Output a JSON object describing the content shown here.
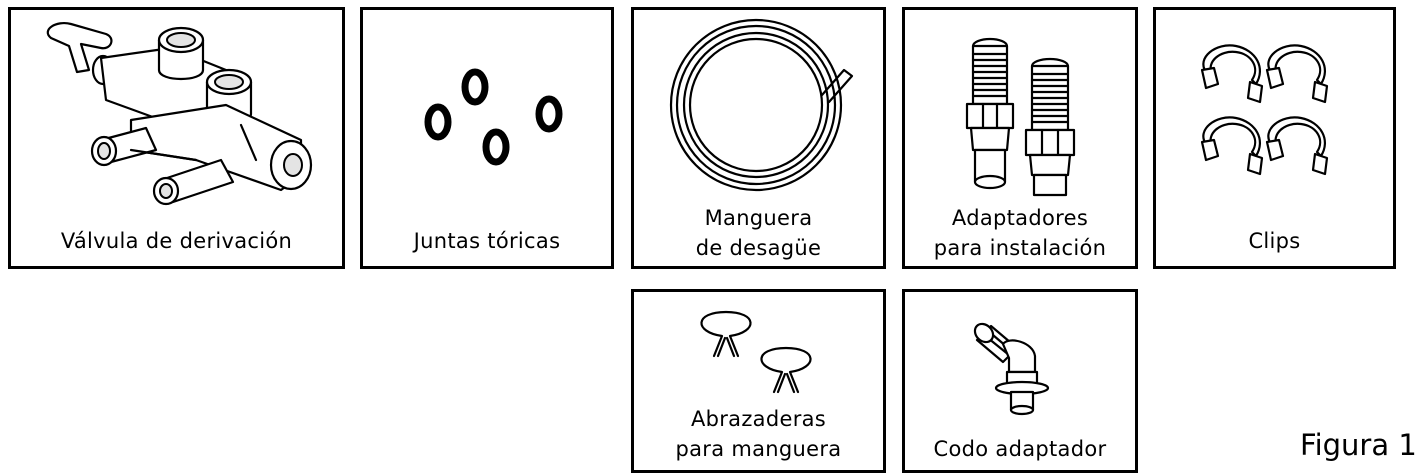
{
  "parts": [
    {
      "key": "bypass_valve",
      "lines": [
        "Válvula de derivación"
      ],
      "icon": "bypass-valve-icon"
    },
    {
      "key": "o_rings",
      "lines": [
        "Juntas tóricas"
      ],
      "icon": "o-rings-icon"
    },
    {
      "key": "drain_hose",
      "lines": [
        "Manguera",
        "de desagüe"
      ],
      "icon": "coiled-hose-icon"
    },
    {
      "key": "install_adapters",
      "lines": [
        "Adaptadores",
        "para instalación"
      ],
      "icon": "threaded-adapters-icon"
    },
    {
      "key": "clips",
      "lines": [
        "Clips"
      ],
      "icon": "clips-icon"
    },
    {
      "key": "hose_clamps",
      "lines": [
        "Abrazaderas",
        "para manguera"
      ],
      "icon": "hose-clamps-icon"
    },
    {
      "key": "elbow_adapter",
      "lines": [
        "Codo adaptador"
      ],
      "icon": "elbow-adapter-icon"
    }
  ],
  "figure_label": "Figura 1"
}
